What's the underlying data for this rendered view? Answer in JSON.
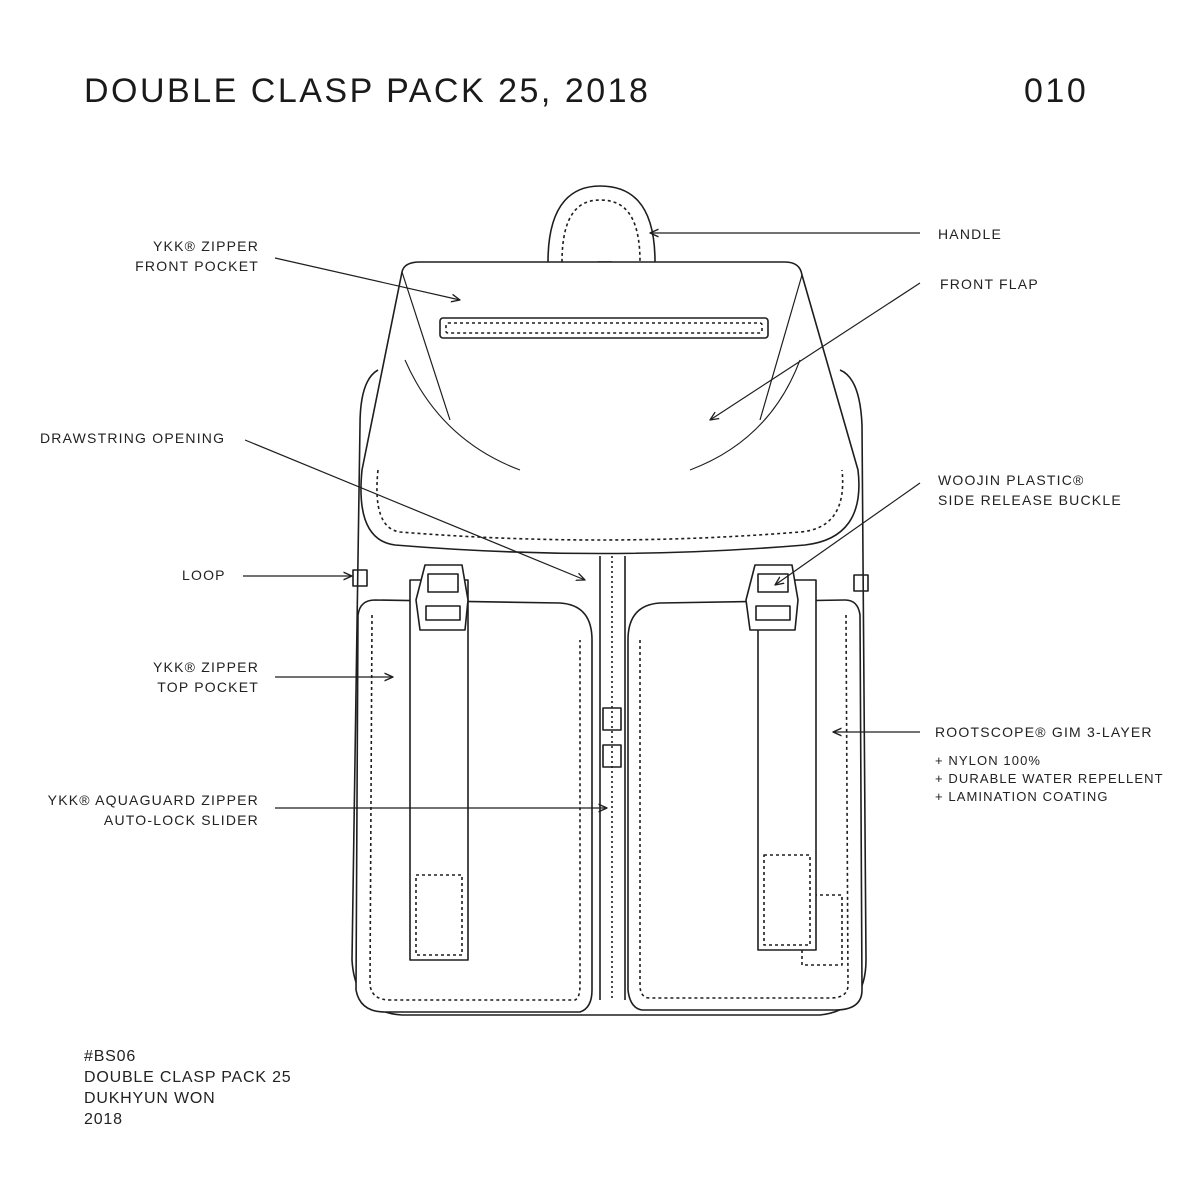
{
  "header": {
    "title": "DOUBLE CLASP PACK 25, 2018",
    "number": "010"
  },
  "labels": {
    "handle": "HANDLE",
    "front_flap": "FRONT FLAP",
    "front_pocket": [
      "YKK® ZIPPER",
      "FRONT POCKET"
    ],
    "drawstring": "DRAWSTRING OPENING",
    "buckle": [
      "WOOJIN PLASTIC®",
      "SIDE RELEASE BUCKLE"
    ],
    "loop": "LOOP",
    "top_pocket": [
      "YKK® ZIPPER",
      "TOP POCKET"
    ],
    "fabric": "ROOTSCOPE® GIM 3-LAYER",
    "fabric_specs": [
      "+ NYLON 100%",
      "+ DURABLE WATER REPELLENT",
      "+ LAMINATION COATING"
    ],
    "aquaguard": [
      "YKK® AQUAGUARD ZIPPER",
      "AUTO-LOCK SLIDER"
    ]
  },
  "footer": {
    "code": "#BS06",
    "name": "DOUBLE CLASP PACK 25",
    "designer": "DUKHYUN WON",
    "year": "2018"
  },
  "colors": {
    "line": "#1e1e1e",
    "background": "#ffffff"
  }
}
